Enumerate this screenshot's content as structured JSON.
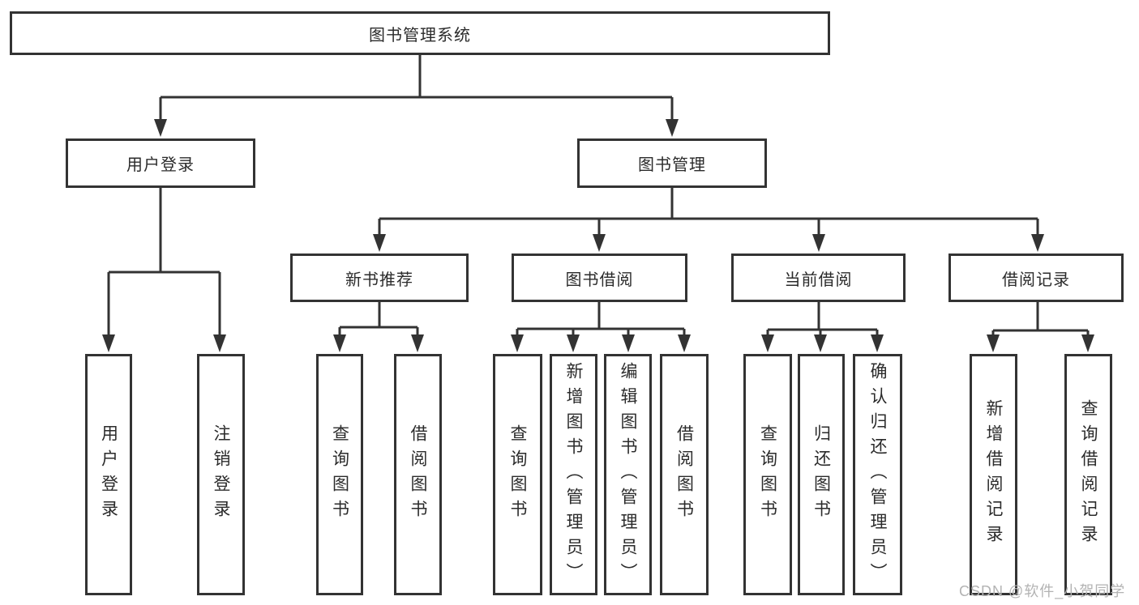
{
  "diagram": {
    "line_color": "#333333",
    "text_color": "#2b2b2b",
    "background": "#ffffff",
    "watermark": {
      "text": "CSDN @软件_小贺同学",
      "color": "#b3b3b3"
    },
    "nodes": {
      "root": "图书管理系统",
      "user_login": "用户登录",
      "book_mgmt": "图书管理",
      "new_books": "新书推荐",
      "book_borrow": "图书借阅",
      "current_borrow": "当前借阅",
      "borrow_records": "借阅记录",
      "leaf_user_login": "用户登录",
      "leaf_logout": "注销登录",
      "nb_query": "查询图书",
      "nb_borrow": "借阅图书",
      "bb_query": "查询图书",
      "bb_add": "新增图书（管理员）",
      "bb_edit": "编辑图书（管理员）",
      "bb_borrow": "借阅图书",
      "cb_query": "查询图书",
      "cb_return": "归还图书",
      "cb_confirm": "确认归还（管理员）",
      "br_add": "新增借阅记录",
      "br_query": "查询借阅记录"
    },
    "hierarchy": {
      "图书管理系统": {
        "用户登录": [
          "用户登录",
          "注销登录"
        ],
        "图书管理": {
          "新书推荐": [
            "查询图书",
            "借阅图书"
          ],
          "图书借阅": [
            "查询图书",
            "新增图书（管理员）",
            "编辑图书（管理员）",
            "借阅图书"
          ],
          "当前借阅": [
            "查询图书",
            "归还图书",
            "确认归还（管理员）"
          ],
          "借阅记录": [
            "新增借阅记录",
            "查询借阅记录"
          ]
        }
      }
    }
  }
}
